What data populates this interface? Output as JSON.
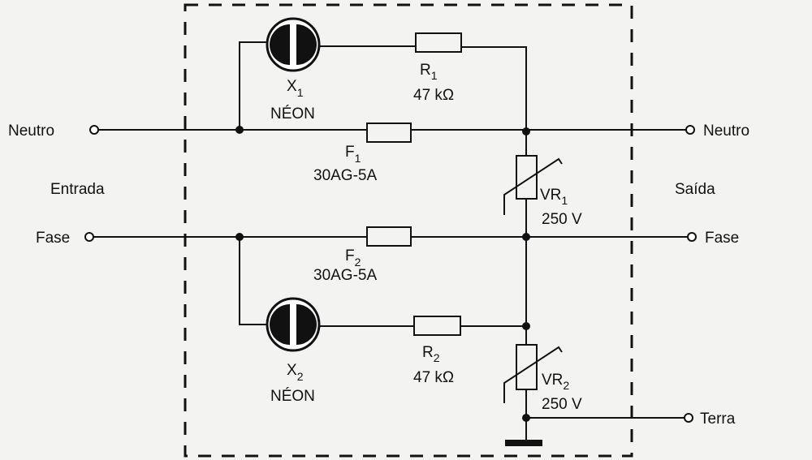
{
  "terminals": {
    "in_neutral": "Neutro",
    "in_phase": "Fase",
    "out_neutral": "Neutro",
    "out_phase": "Fase",
    "out_ground": "Terra"
  },
  "sections": {
    "input": "Entrada",
    "output": "Saída"
  },
  "components": {
    "x1": {
      "ref": "X",
      "sub": "1",
      "value": "NÉON"
    },
    "x2": {
      "ref": "X",
      "sub": "2",
      "value": "NÉON"
    },
    "r1": {
      "ref": "R",
      "sub": "1",
      "value": "47 kΩ"
    },
    "r2": {
      "ref": "R",
      "sub": "2",
      "value": "47 kΩ"
    },
    "f1": {
      "ref": "F",
      "sub": "1",
      "value": "30AG-5A"
    },
    "f2": {
      "ref": "F",
      "sub": "2",
      "value": "30AG-5A"
    },
    "vr1": {
      "ref": "VR",
      "sub": "1",
      "value": "250 V"
    },
    "vr2": {
      "ref": "VR",
      "sub": "2",
      "value": "250 V"
    }
  },
  "colors": {
    "ink": "#111111",
    "paper": "#f3f3f1"
  }
}
